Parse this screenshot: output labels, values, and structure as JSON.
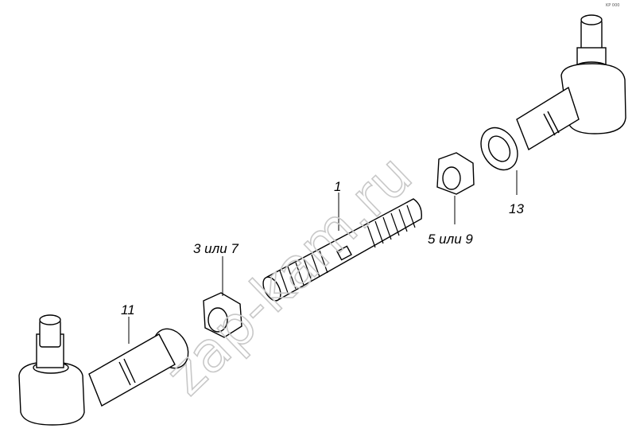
{
  "drawing": {
    "corner_code": "KP 000",
    "watermark": "zap-kam.ru"
  },
  "callouts": {
    "tie_rod": "1",
    "nut_left": "3 или 7",
    "nut_right": "5 или 9",
    "tip_left": "11",
    "tip_right": "13"
  },
  "colors": {
    "line": "#000000",
    "background": "#ffffff",
    "watermark": "#c8c8c8"
  }
}
